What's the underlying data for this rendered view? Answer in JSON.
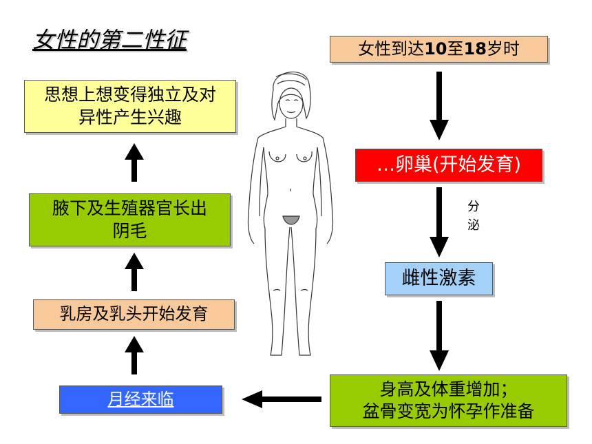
{
  "title": "女性的第二性征",
  "colors": {
    "peach": "#f8c99a",
    "red": "#ff0000",
    "light_blue": "#a3d0f7",
    "green": "#99cc00",
    "yellow": "#ffff99",
    "blue": "#3366ff"
  },
  "right": {
    "age_pre": "女性到达",
    "age_from": "10",
    "age_mid": "至",
    "age_to": "18",
    "age_post": "岁时",
    "ovary": "…卵巢(开始发育)",
    "secrete_1": "分",
    "secrete_2": "泌",
    "hormone": "雌性激素",
    "growth_line1": "身高及体重增加；",
    "growth_line2": "盆骨变宽为怀孕作准备"
  },
  "left": {
    "menstruation": "月经来临",
    "breast": "乳房及乳头开始发育",
    "hair_line1": "腋下及生殖器官长出",
    "hair_line2": "阴毛",
    "interest_line1": "思想上想变得独立及对",
    "interest_line2": "异性产生兴趣"
  },
  "figure_icon": "female-body-illustration"
}
